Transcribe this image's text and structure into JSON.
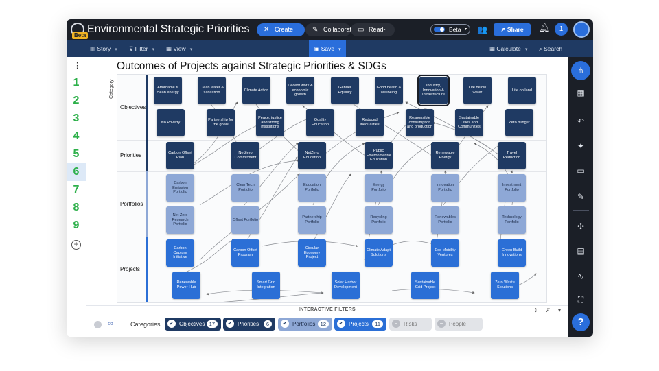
{
  "app": {
    "title": "Environmental Strategic Priorities",
    "beta_badge": "Beta",
    "modes": [
      "Create",
      "Collaborate",
      "Read-only"
    ],
    "beta_toggle": "Beta",
    "share": "Share",
    "user_count": "1"
  },
  "toolbar": {
    "story": "Story",
    "filter": "Filter",
    "view": "View",
    "save": "Save",
    "calculate": "Calculate",
    "search": "Search"
  },
  "left_rail": {
    "menu": "⋮",
    "steps": [
      "1",
      "2",
      "3",
      "4",
      "5",
      "6",
      "7",
      "8",
      "9"
    ],
    "active_step": "6",
    "add": "+"
  },
  "canvas": {
    "title": "Outcomes of Projects against Strategic Priorities & SDGs",
    "column_header": "Category",
    "rows": [
      {
        "label": "Objectives",
        "color": "#1f3a63"
      },
      {
        "label": "Priorities",
        "color": "#1f3a63"
      },
      {
        "label": "Portfolios",
        "color": "#8ea8d6"
      },
      {
        "label": "Projects",
        "color": "#2b6fd6"
      }
    ],
    "objectives_row1": [
      "Affordable & clean energy",
      "Clean water & sanitation",
      "Climate Action",
      "Decent work & economic growth",
      "Gender Equality",
      "Good health & wellbeing",
      "Industry, Innovation & Infrastructure",
      "Life below water",
      "Life on land"
    ],
    "objectives_row2": [
      "No Poverty",
      "Partnership for the goals",
      "Peace, justice and strong institutions",
      "Quality Education",
      "Reduced Inequalities",
      "Responsible consumption and production",
      "Sustainable Cities and Communities",
      "Zero hunger"
    ],
    "priorities": [
      "Carbon Offset Plan",
      "NetZero Commitment",
      "NetZero Education",
      "Public Environmental Education",
      "Renewable Energy",
      "Travel Reduction"
    ],
    "portfolios_row1": [
      "Carbon Emission Portfolio",
      "CleanTech Portfolio",
      "Education Portfolio",
      "Energy Portfolio",
      "Innovation Portfolio",
      "Investment Portfolio"
    ],
    "portfolios_row2": [
      "Net Zero Research Portfolio",
      "Offset Portfolio",
      "Partnership Portfolio",
      "Recycling Portfolio",
      "Renewables Portfolio",
      "Technology Portfolio"
    ],
    "projects_row1": [
      "Carbon Capture Initiative",
      "Carbon Offset Program",
      "Circular Economy Project",
      "Climate Adapt Solutions",
      "Eco Mobility Ventures",
      "Green Build Innovations"
    ],
    "projects_row2": [
      "Renewable Power Hub",
      "Smart Grid Integration",
      "Solar Harbor Development",
      "Sustainable Grid Project",
      "Zero Waste Solutions"
    ]
  },
  "filters": {
    "heading": "INTERACTIVE FILTERS",
    "categories_label": "Categories",
    "chips": [
      {
        "label": "Objectives",
        "count": "17",
        "active": true,
        "color": "#1f3a63"
      },
      {
        "label": "Priorities",
        "count": "6",
        "active": true,
        "color": "#1f3a63"
      },
      {
        "label": "Portfolios",
        "count": "12",
        "active": true,
        "color": "#8ea8d6"
      },
      {
        "label": "Projects",
        "count": "11",
        "active": true,
        "color": "#2b6fd6"
      },
      {
        "label": "Risks",
        "count": "",
        "active": false,
        "color": "#e2e4e8"
      },
      {
        "label": "People",
        "count": "",
        "active": false,
        "color": "#e2e4e8"
      }
    ]
  },
  "icons": {
    "create": "crossed-arrows-icon",
    "collaborate": "pencil-icon",
    "readonly": "monitor-icon",
    "help": "?"
  }
}
